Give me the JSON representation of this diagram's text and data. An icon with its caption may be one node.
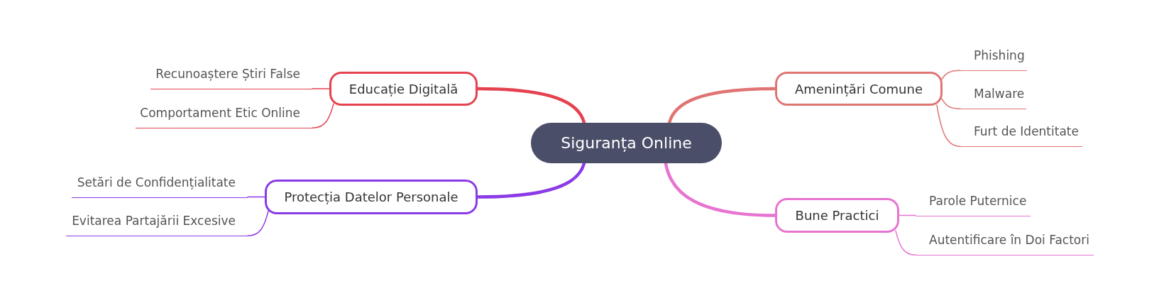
{
  "diagram": {
    "nodes": [
      {
        "text": [
          "Siguranța Online"
        ]
      },
      {
        "text": [
          "Educație Digitală"
        ]
      },
      {
        "text": [
          "Recunoaștere Știri False"
        ]
      },
      {
        "text": [
          "Comportament Etic Online"
        ]
      },
      {
        "text": [
          "Protecția Datelor Personale"
        ]
      },
      {
        "text": [
          "Setări de Confidențialitate"
        ]
      },
      {
        "text": [
          "Evitarea Partajării Excesive"
        ]
      },
      {
        "text": [
          "Amenințări Comune"
        ]
      },
      {
        "text": [
          "Phishing"
        ]
      },
      {
        "text": [
          "Malware"
        ]
      },
      {
        "text": [
          "Furt de Identitate"
        ]
      },
      {
        "text": [
          "Bune Practici"
        ]
      },
      {
        "text": [
          "Parole Puternice"
        ]
      },
      {
        "text": [
          "Autentificare în Doi Factori"
        ]
      }
    ],
    "edges": [
      {
        "from": 0,
        "to": 1,
        "arrow": "none",
        "style": "thick",
        "color": "#e5414f"
      },
      {
        "from": 1,
        "to": 2,
        "arrow": "none",
        "color": "#e5414f"
      },
      {
        "from": 1,
        "to": 3,
        "arrow": "none",
        "color": "#e5414f"
      },
      {
        "from": 0,
        "to": 4,
        "arrow": "none",
        "style": "thick",
        "color": "#8a3be6"
      },
      {
        "from": 4,
        "to": 5,
        "arrow": "none",
        "color": "#8a3be6"
      },
      {
        "from": 4,
        "to": 6,
        "arrow": "none",
        "color": "#8a3be6"
      },
      {
        "from": 0,
        "to": 7,
        "arrow": "none",
        "style": "thick"
      },
      {
        "from": 7,
        "to": 8,
        "arrow": "none"
      },
      {
        "from": 7,
        "to": 9,
        "arrow": "none"
      },
      {
        "from": 7,
        "to": 10,
        "arrow": "none"
      },
      {
        "from": 0,
        "to": 11,
        "arrow": "none",
        "style": "thick",
        "color": "#e774d0"
      },
      {
        "from": 11,
        "to": 12,
        "arrow": "none",
        "color": "#e774d0"
      },
      {
        "from": 11,
        "to": 13,
        "arrow": "none",
        "color": "#e774d0"
      }
    ]
  }
}
